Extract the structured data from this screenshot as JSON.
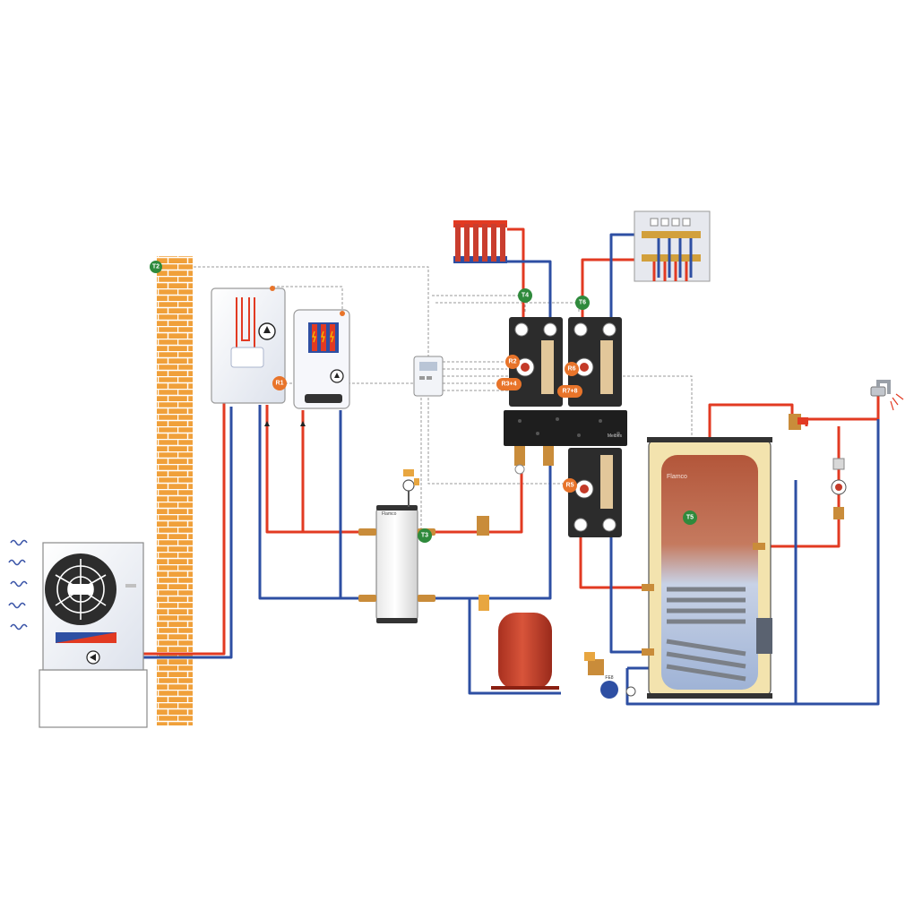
{
  "sensors": {
    "t2": "T2",
    "t3": "T3",
    "t4": "T4",
    "t5": "T5",
    "t6": "T6"
  },
  "relays": {
    "r1": "R1",
    "r2": "R2",
    "r34": "R3+4",
    "r5": "R5",
    "r6": "R6",
    "r78": "R7+8"
  },
  "brands": {
    "buffer_brand": "Flamco",
    "cylinder_brand": "Flamco",
    "manifold_brand": "Meibes"
  },
  "misc": {
    "vessel_tag": "FE8"
  },
  "colors": {
    "flow": "#e23a22",
    "return": "#2e4fa3",
    "brick": "#f0a03a",
    "sensor": "#2f8a3c",
    "relay": "#e8742a",
    "cylinder": "#c4694a",
    "vessel": "#c8402a"
  }
}
